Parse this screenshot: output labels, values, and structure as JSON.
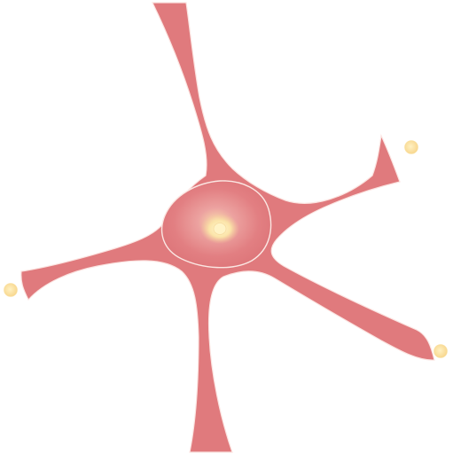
{
  "scene": {
    "subject": "stylized-cell-with-five-tapering-arms",
    "colors": {
      "background": "#ffffff",
      "body": "#e0797c",
      "body_light": "#eea2a2",
      "body_dark": "#d8676b",
      "outline": "#fbe9e6",
      "nucleus_core": "#fff4c8",
      "nucleus_glow": "#f6d7a4",
      "tip_dot": "#fde6a5",
      "tip_dot_edge": "#f9d78c"
    },
    "arm_count": 5,
    "tip_dot_count": 4
  }
}
